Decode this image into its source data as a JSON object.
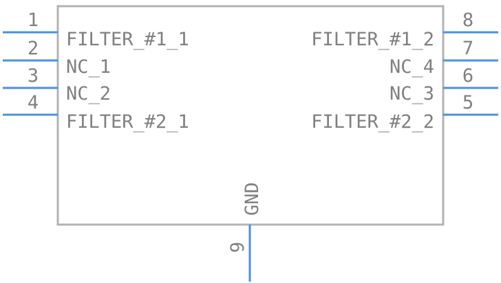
{
  "colors": {
    "pin": "#4a90e2",
    "body": "#b3b3b3",
    "text": "#808080",
    "background": "#ffffff"
  },
  "pins": [
    {
      "number": "1",
      "name": "FILTER_#1_1",
      "side": "left"
    },
    {
      "number": "2",
      "name": "NC_1",
      "side": "left"
    },
    {
      "number": "3",
      "name": "NC_2",
      "side": "left"
    },
    {
      "number": "4",
      "name": "FILTER_#2_1",
      "side": "left"
    },
    {
      "number": "8",
      "name": "FILTER_#1_2",
      "side": "right"
    },
    {
      "number": "7",
      "name": "NC_4",
      "side": "right"
    },
    {
      "number": "6",
      "name": "NC_3",
      "side": "right"
    },
    {
      "number": "5",
      "name": "FILTER_#2_2",
      "side": "right"
    },
    {
      "number": "9",
      "name": "GND",
      "side": "bottom"
    }
  ]
}
